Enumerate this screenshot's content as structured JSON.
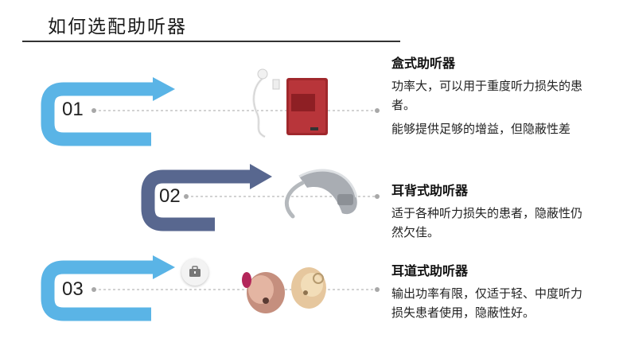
{
  "title": "如何选配助听器",
  "items": [
    {
      "num": "01",
      "heading": "盒式助听器",
      "lines": [
        "功率大，可以用于重度听力损失的患者。",
        "能够提供足够的增益，但隐蔽性差"
      ],
      "color": "#5ab4e6"
    },
    {
      "num": "02",
      "heading": "耳背式助听器",
      "lines": [
        "适于各种听力损失的患者，隐蔽性仍然欠佳。"
      ],
      "color": "#58678f"
    },
    {
      "num": "03",
      "heading": "耳道式助听器",
      "lines": [
        "输出功率有限，仅适于轻、中度听力损失患者使用，隐蔽性好。"
      ],
      "color": "#5ab4e6"
    }
  ],
  "icons": {
    "box_device": "box-hearing-aid-icon",
    "bte_device": "behind-ear-hearing-aid-icon",
    "ite_device": "in-canal-hearing-aid-icon",
    "briefcase": "briefcase-icon"
  }
}
